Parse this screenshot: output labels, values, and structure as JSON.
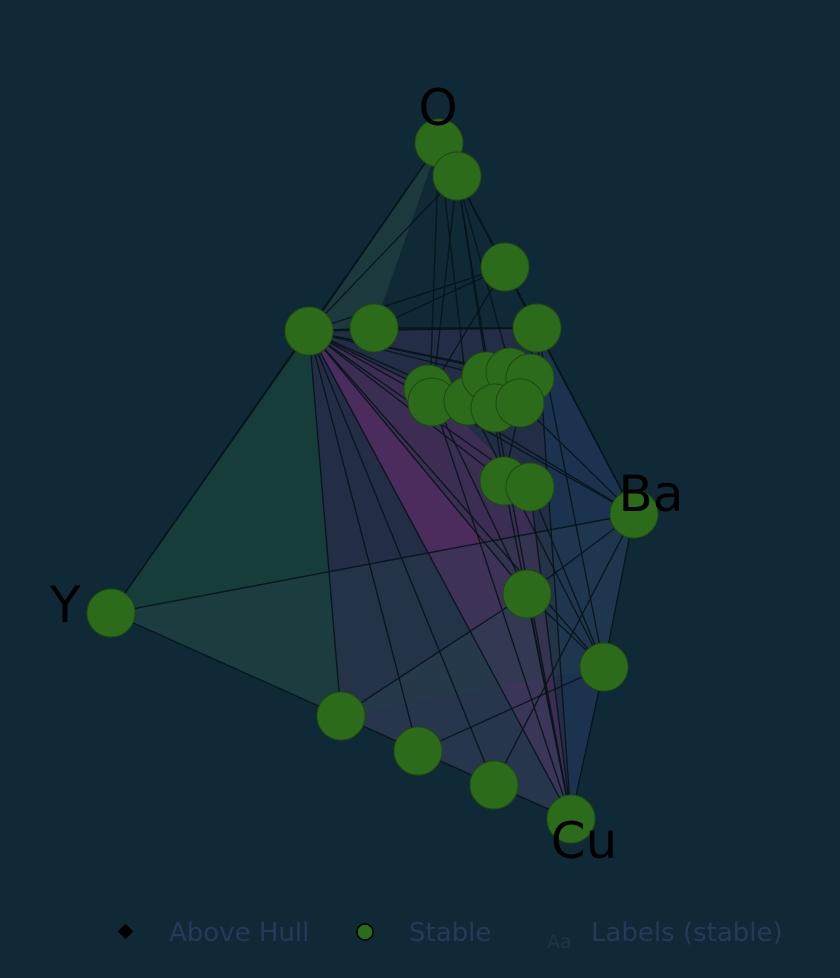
{
  "diagram": {
    "elements": [
      "O",
      "Ba",
      "Y",
      "Cu"
    ]
  },
  "legend": {
    "above_hull": "Above Hull",
    "stable": "Stable",
    "labels_marker": "Aa",
    "labels": "Labels (stable)"
  },
  "colors": {
    "background": "#0f2a36",
    "stable_marker": "#2c6b19",
    "above_hull_marker": "#000000",
    "legend_text": "#243a58",
    "edges": "#06141b"
  }
}
